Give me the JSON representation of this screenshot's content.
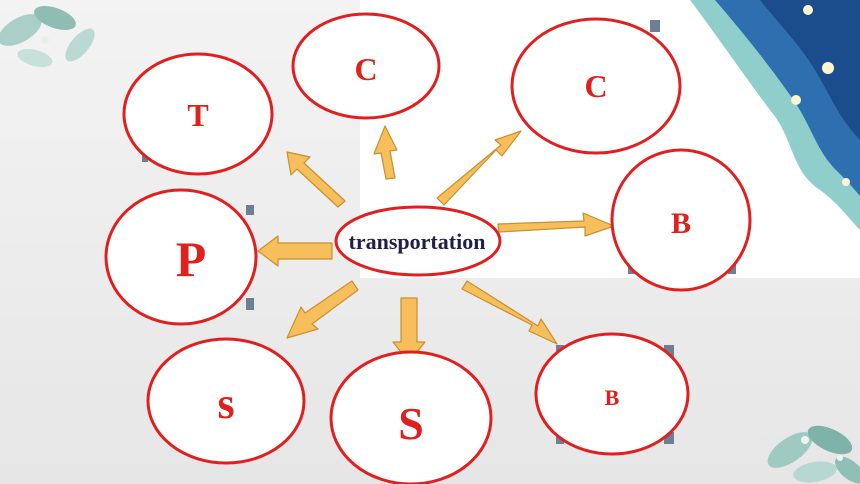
{
  "center": {
    "label": "transportation"
  },
  "bubbles": [
    {
      "id": "t",
      "label": "T"
    },
    {
      "id": "c1",
      "label": "C"
    },
    {
      "id": "c2",
      "label": "C"
    },
    {
      "id": "b1",
      "label": "B"
    },
    {
      "id": "p",
      "label": "P"
    },
    {
      "id": "s1",
      "label": "s"
    },
    {
      "id": "s2",
      "label": "S"
    },
    {
      "id": "b2",
      "label": "B"
    }
  ],
  "colors": {
    "bubble_stroke": "#e02020",
    "letter": "#e0201c",
    "arrow_fill": "#f7bf5c",
    "arrow_stroke": "#c8902e",
    "center_text": "#1f1f4a",
    "corner_square": "#6f7f93",
    "wave_dark": "#1f4f8c",
    "wave_teal": "#78c3c2"
  }
}
